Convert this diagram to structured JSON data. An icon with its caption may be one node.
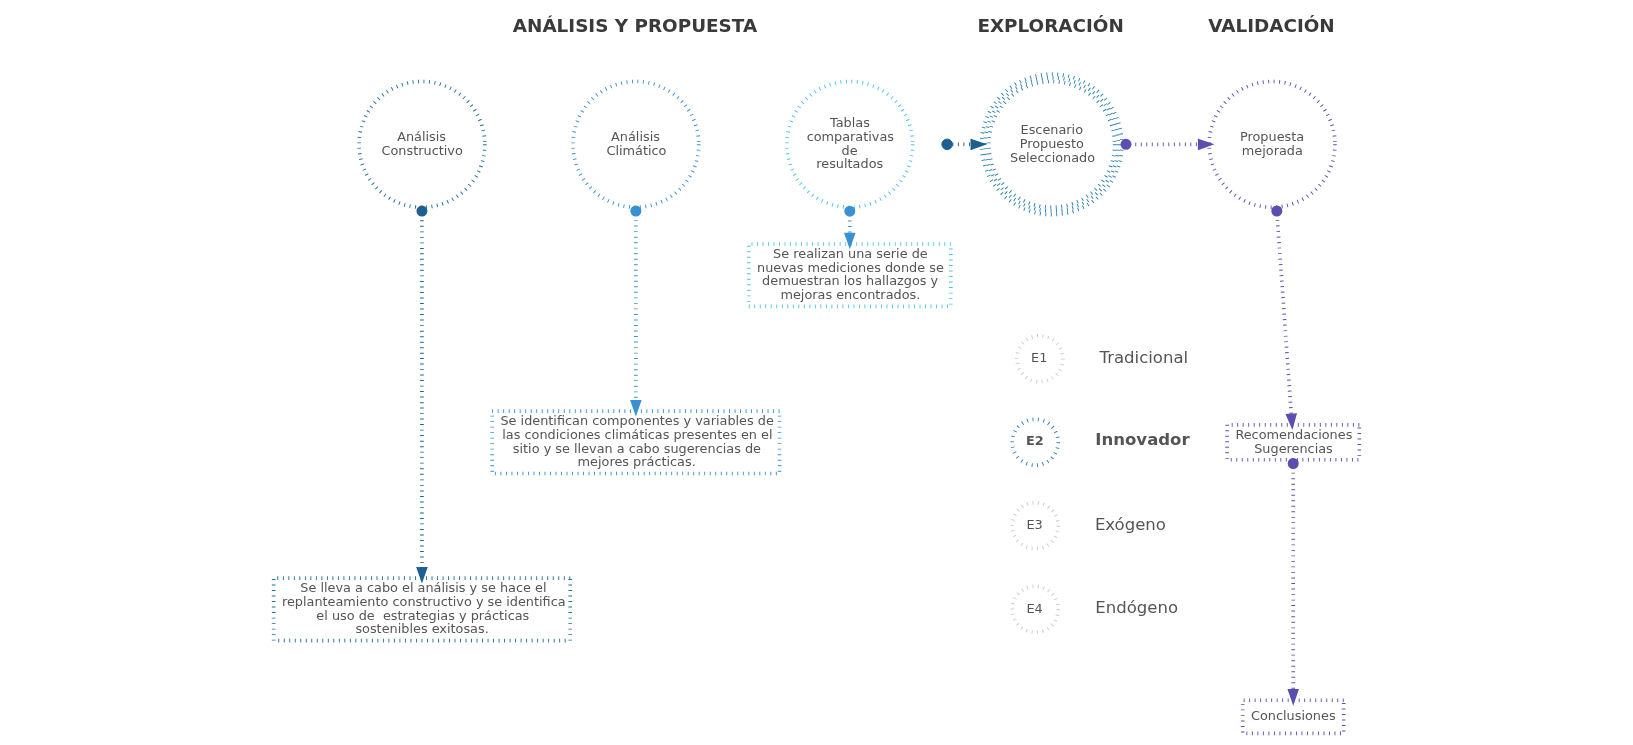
{
  "diagram": {
    "nodes": [
      {
        "text": [
          "Análisis Constructivo"
        ]
      },
      {
        "text": [
          "Análisis Climático"
        ]
      },
      {
        "text": [
          "Tablas comparativas de resultados"
        ]
      },
      {
        "text": [
          "Escenario Propuesto Seleccionado"
        ]
      },
      {
        "text": [
          "Propuesta mejorada"
        ]
      },
      {
        "text": [
          "Se realizan una serie de nuevas mediciones donde se demuestran los hallazgos y mejoras encontrados."
        ]
      },
      {
        "text": [
          "Se identifican componentes y variables de las condiciones climáticas presentes en el sitio y se llevan a cabo sugerencias de mejores prácticas."
        ]
      },
      {
        "text": [
          "Se lleva a cabo el análisis y se hace el replanteamiento constructivo y se identifica el uso de  estrategias y prácticas sostenibles exitosas."
        ]
      },
      {
        "text": [
          "E1"
        ],
        "beside": [
          "Tradicional"
        ]
      },
      {
        "text": [
          "E2"
        ],
        "beside": [
          "Innovador"
        ]
      },
      {
        "text": [
          "E3"
        ],
        "beside": [
          "Exógeno"
        ]
      },
      {
        "text": [
          "E4"
        ],
        "beside": [
          "Endógeno"
        ]
      },
      {
        "text": [
          "Recomendaciones Sugerencias"
        ]
      },
      {
        "text": [
          "Conclusiones"
        ]
      }
    ],
    "edges": [
      {
        "from": 0,
        "to": 7,
        "arrow": "to",
        "color": "#1f5f8f"
      },
      {
        "from": 1,
        "to": 6,
        "arrow": "to",
        "color": "#3a90d0"
      },
      {
        "from": 2,
        "to": 5,
        "arrow": "to",
        "color": "#3a90d0"
      },
      {
        "from": null,
        "to": 3,
        "arrow": "to",
        "color": "#1f5f8f"
      },
      {
        "from": 3,
        "to": 4,
        "arrow": "to",
        "color": "#5a4fb0"
      },
      {
        "from": 4,
        "to": 12,
        "arrow": "to",
        "color": "#5a4fb0"
      },
      {
        "from": 12,
        "to": 13,
        "arrow": "to",
        "color": "#5a4fb0"
      }
    ],
    "labels": [
      "ANÁLISIS Y PROPUESTA",
      "EXPLORACIÓN",
      "VALIDACIÓN"
    ]
  }
}
